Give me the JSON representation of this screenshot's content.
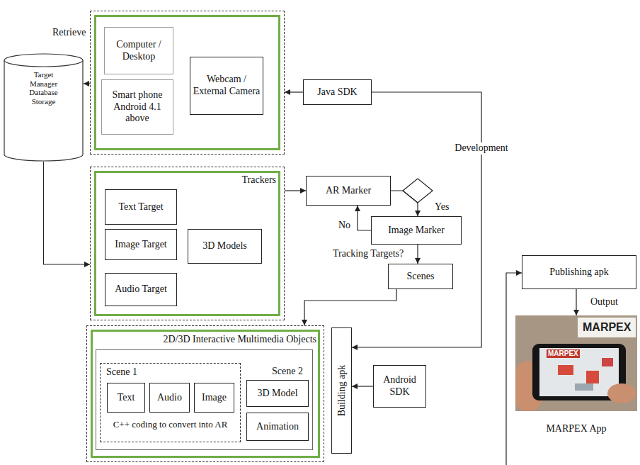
{
  "diagram": {
    "nodes": [
      {
        "text": [
          "Target Manager Database Storage"
        ]
      },
      {
        "text": []
      },
      {
        "text": [
          "Computer / Desktop"
        ],
        "in": 1
      },
      {
        "text": [
          "Smart phone Android 4.1 above"
        ],
        "in": 1
      },
      {
        "text": [
          "Webcam / External Camera"
        ],
        "in": 1
      },
      {
        "text": [
          "Java SDK"
        ]
      },
      {
        "text": [
          "Trackers"
        ]
      },
      {
        "text": [
          "Text Target"
        ],
        "in": 6
      },
      {
        "text": [
          "Image Target"
        ],
        "in": 6
      },
      {
        "text": [
          "3D Models"
        ],
        "in": 6
      },
      {
        "text": [
          "Audio Target"
        ],
        "in": 6
      },
      {
        "text": [
          "AR Marker"
        ]
      },
      {
        "text": [
          "Image Marker"
        ]
      },
      {
        "text": [
          "Scenes"
        ]
      },
      {
        "text": [
          "2D/3D Interactive Multimedia Objects"
        ]
      },
      {
        "text": [
          "Scene 1",
          "C++ coding to convert into AR"
        ],
        "in": 14
      },
      {
        "text": [
          "Text"
        ],
        "in": 15
      },
      {
        "text": [
          "Audio"
        ],
        "in": 15
      },
      {
        "text": [
          "Image"
        ],
        "in": 15
      },
      {
        "text": [
          "3D Model"
        ],
        "in": 14
      },
      {
        "text": [
          "Animation"
        ],
        "in": 14
      },
      {
        "text": [
          "Building apk"
        ]
      },
      {
        "text": [
          "Android SDK"
        ]
      },
      {
        "text": [
          "Publishing apk"
        ]
      },
      {
        "text": [
          "MARPEX App"
        ]
      }
    ],
    "edges": [
      {
        "from": 1,
        "to": 0,
        "label": "Retrieve",
        "arrow": "to"
      },
      {
        "from": 0,
        "to": 6,
        "arrow": "to"
      },
      {
        "from": 5,
        "to": 1,
        "arrow": "to"
      },
      {
        "from": 6,
        "to": 11,
        "arrow": "to"
      },
      {
        "from": 11,
        "to": 12,
        "label": "Yes",
        "arrow": "to"
      },
      {
        "from": 12,
        "to": 11,
        "label": "No",
        "arrow": "to"
      },
      {
        "from": 12,
        "to": 13,
        "label": "Tracking Targets?",
        "arrow": "to"
      },
      {
        "from": 13,
        "to": 14,
        "arrow": "to"
      },
      {
        "from": 5,
        "to": 21,
        "label": "Development",
        "arrow": "to"
      },
      {
        "from": 22,
        "to": 21,
        "arrow": "to"
      },
      {
        "from": 23,
        "to": 24,
        "label": "Output",
        "arrow": "to"
      }
    ],
    "labels": [
      "Scene 2",
      "MARPEX",
      "MARPEX"
    ]
  }
}
